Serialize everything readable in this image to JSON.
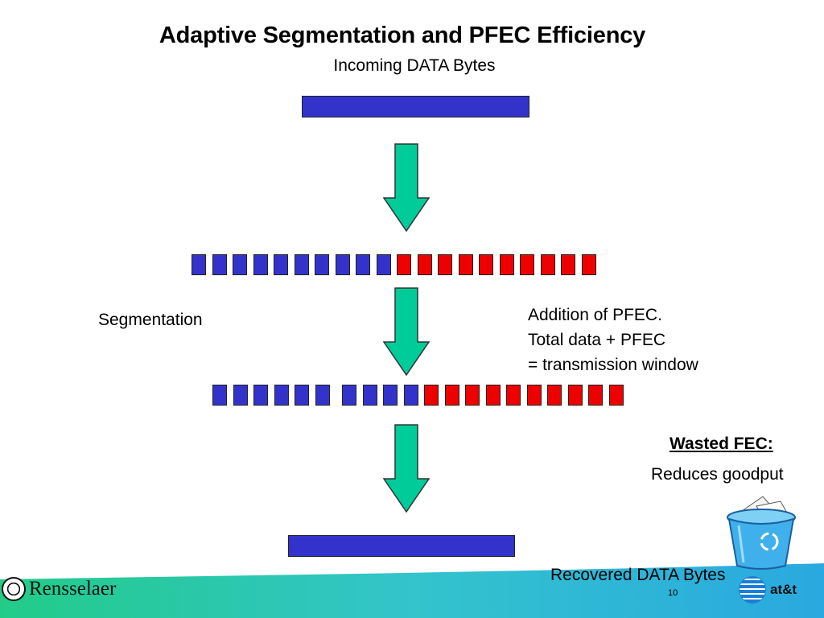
{
  "title": "Adaptive Segmentation and PFEC Efficiency",
  "subtitle": "Incoming DATA Bytes",
  "labels": {
    "segmentation": "Segmentation",
    "pfec_line1": "Addition of PFEC.",
    "pfec_line2": "Total data + PFEC",
    "pfec_line3": "= transmission window",
    "wasted_heading": "Wasted FEC:",
    "wasted_desc": "Reduces goodput",
    "recovered": "Recovered DATA Bytes"
  },
  "rows": {
    "row1": {
      "data_segments": 10,
      "fec_segments": 10
    },
    "row2": {
      "data_segments": 10,
      "fec_segments": 10,
      "gap_after": 6
    }
  },
  "colors": {
    "data": "#3333cc",
    "fec": "#ee0000",
    "arrow": "#00cc99",
    "footer": "#33bbdd"
  },
  "icons": [
    "recycle-bin-icon",
    "down-arrow-icon"
  ],
  "footer": {
    "page_number": "10",
    "left_logo_text": "Rensselaer",
    "right_logo_text": "at&t"
  }
}
